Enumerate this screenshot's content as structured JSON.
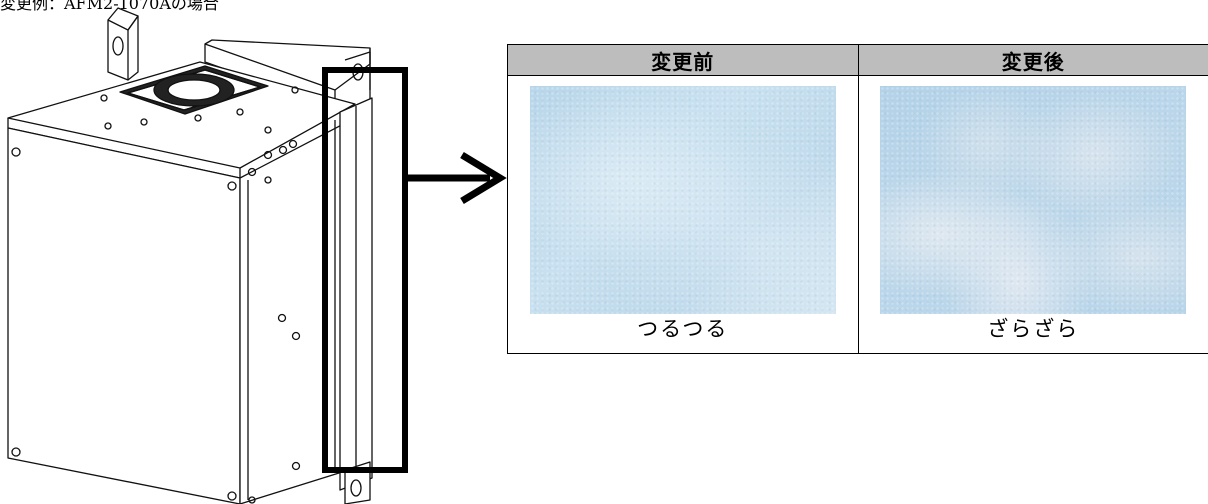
{
  "caption": "変更例：AFM2-1070Aの場合",
  "table": {
    "headers": [
      "変更前",
      "変更後"
    ],
    "labels": [
      "つるつる",
      "ざらざら"
    ]
  },
  "colors": {
    "header_bg": "#bdbdbd",
    "highlight_box": "#000000",
    "arrow": "#000000"
  }
}
